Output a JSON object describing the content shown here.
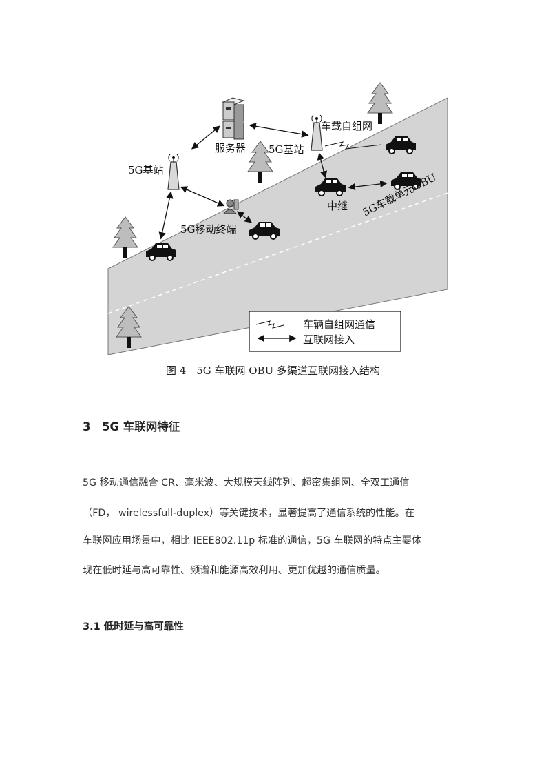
{
  "figure": {
    "labels": {
      "server": "服务器",
      "base_station_left": "5G基站",
      "base_station_right": "5G基站",
      "vehicle_adhoc": "车载自组网",
      "relay": "中继",
      "mobile_terminal": "5G移动终端",
      "obu": "5G车载单元OBU"
    },
    "legend": {
      "adhoc_comm": "车辆自组网通信",
      "internet_access": "互联网接入"
    },
    "caption": "图 4　5G 车联网 OBU 多渠道互联网接入结构"
  },
  "section": {
    "heading": "3　5G 车联网特征",
    "paragraph_lines": [
      "5G 移动通信融合 CR、毫米波、大规模天线阵列、超密集组网、全双工通信",
      "（FD， wirelessfull-duplex）等关键技术，显著提高了通信系统的性能。在",
      "车联网应用场景中，相比 IEEE802.11p 标准的通信，5G 车联网的特点主要体",
      "现在低时延与高可靠性、频谱和能源高效利用、更加优越的通信质量。"
    ]
  },
  "subsection": {
    "heading": "3.1  低时延与高可靠性"
  }
}
